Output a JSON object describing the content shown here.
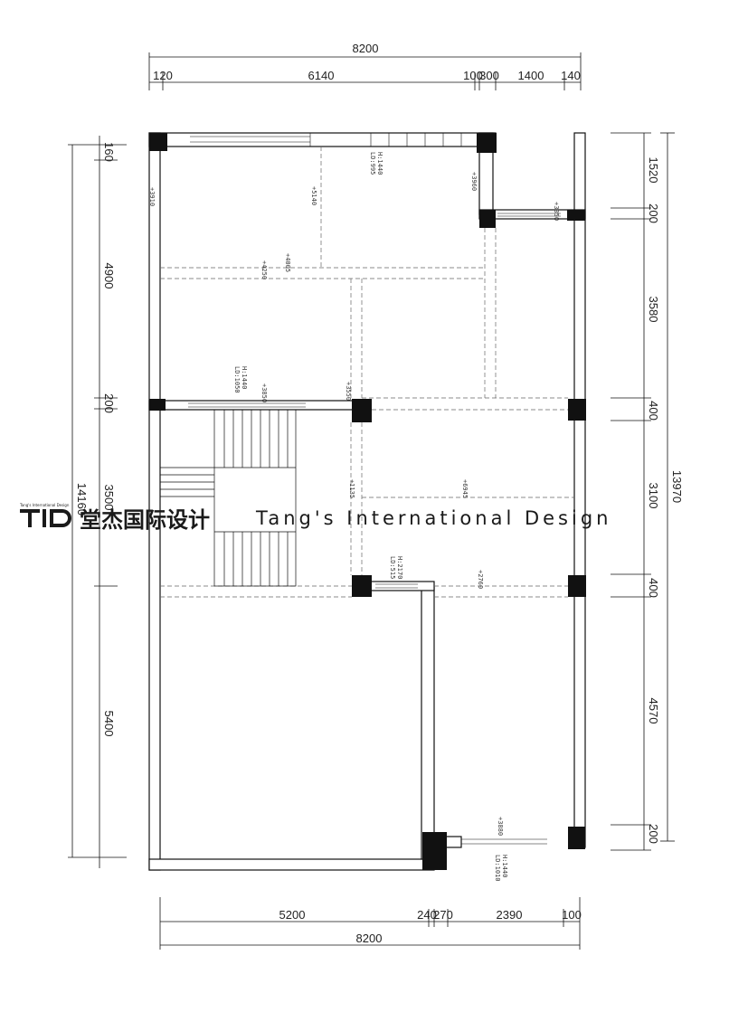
{
  "dimensions": {
    "top_overall": "8200",
    "top_segments": [
      "120",
      "6140",
      "100",
      "300",
      "1400",
      "140"
    ],
    "bottom_segments": [
      "5200",
      "240",
      "270",
      "2390",
      "100"
    ],
    "bottom_overall": "8200",
    "left_segments": [
      "160",
      "4900",
      "200",
      "3500",
      "5400"
    ],
    "left_overall": "14160",
    "right_segments": [
      "1520",
      "200",
      "3580",
      "400",
      "3100",
      "400",
      "4570",
      "200"
    ],
    "right_overall": "13970"
  },
  "annotations": {
    "window_top": [
      "H:1440",
      "LD:995"
    ],
    "window_mid_left": [
      "H:1440",
      "LD:1050"
    ],
    "window_lower": [
      "H:2170",
      "LD:515"
    ],
    "window_bottom": [
      "H:1440",
      "LD:1010"
    ],
    "levels": [
      "+3910",
      "+5140",
      "+3960",
      "+3350",
      "+4005",
      "+4250",
      "+3850",
      "+3550",
      "+1135",
      "+6945",
      "+2760",
      "+3880"
    ]
  },
  "logo": {
    "mark": "TID",
    "chinese": "堂杰国际设计",
    "english": "Tang's International Design",
    "small": "Tang's International Design"
  }
}
